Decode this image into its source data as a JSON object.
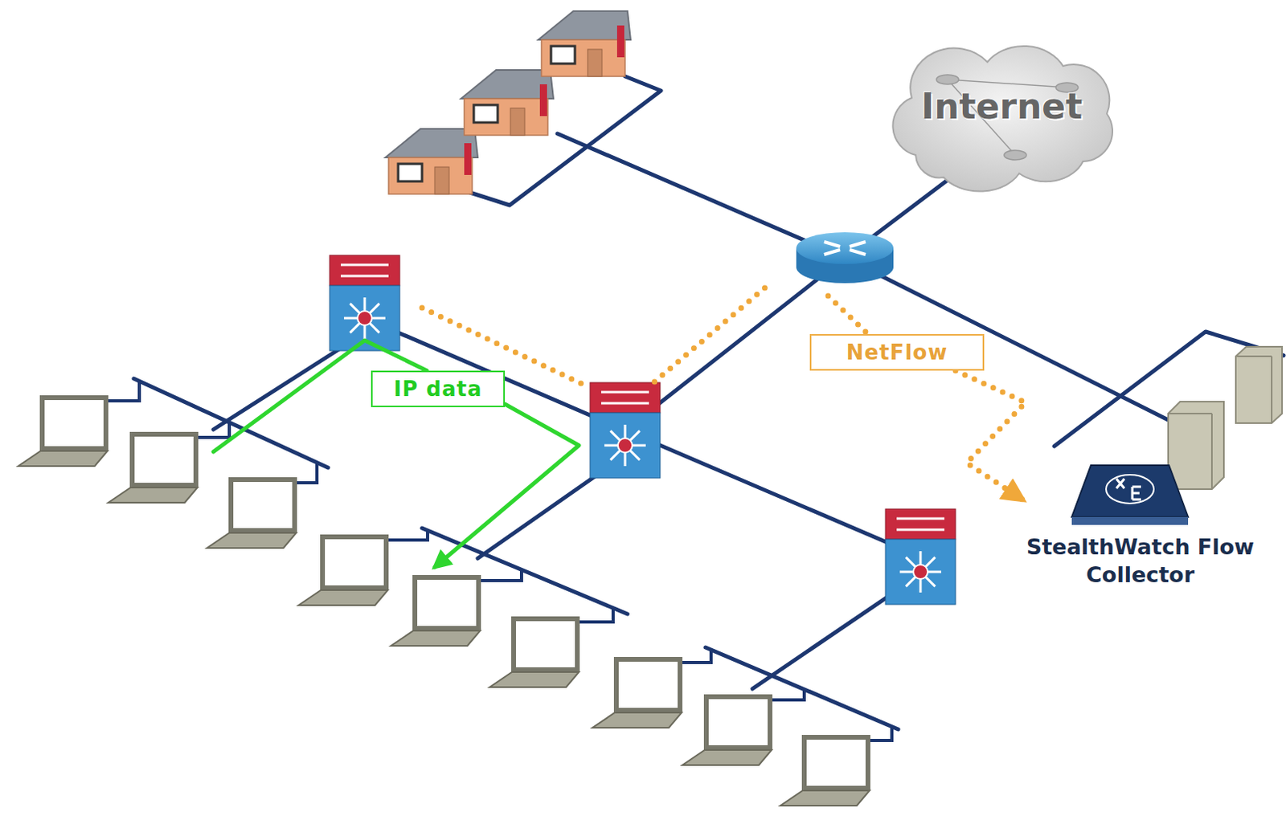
{
  "diagram": {
    "nodes": [
      {
        "text": [
          "Internet"
        ]
      },
      {
        "text": [
          "NetFlow"
        ]
      },
      {
        "text": [
          "IP data"
        ]
      },
      {
        "text": [
          "StealthWatch Flow Collector"
        ]
      }
    ],
    "edges": [
      {
        "from": 1,
        "to": 3,
        "arrow": "to"
      }
    ]
  }
}
